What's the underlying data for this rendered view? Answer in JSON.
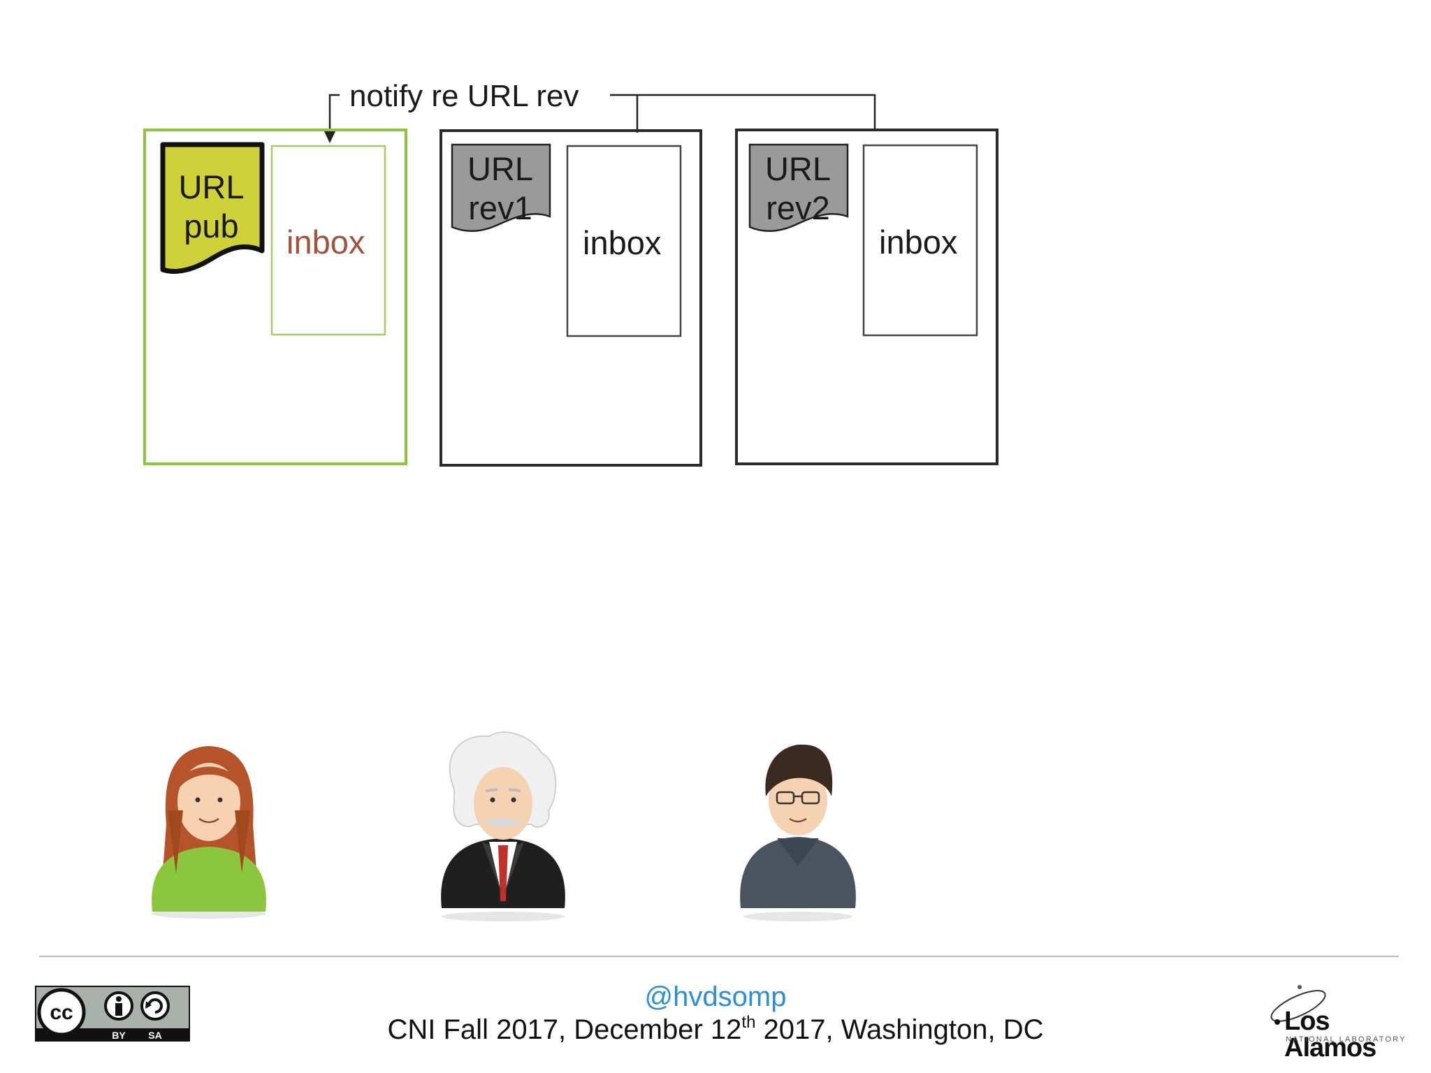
{
  "diagram": {
    "arrow_label": "notify re URL rev",
    "boxes": [
      {
        "doc_line1": "URL",
        "doc_line2": "pub",
        "inbox": "inbox"
      },
      {
        "doc_line1": "URL",
        "doc_line2": "rev1",
        "inbox": "inbox"
      },
      {
        "doc_line1": "URL",
        "doc_line2": "rev2",
        "inbox": "inbox"
      }
    ]
  },
  "people": [
    {
      "name": "woman-avatar"
    },
    {
      "name": "einstein-avatar"
    },
    {
      "name": "man-avatar"
    }
  ],
  "footer": {
    "handle": "@hvdsomp",
    "credit_prefix": "CNI Fall 2017, December 12",
    "credit_sup": "th",
    "credit_suffix": " 2017, Washington, DC",
    "license_by": "BY",
    "license_sa": "SA",
    "license_cc": "cc",
    "org_name": "Los Alamos",
    "org_sub": "NATIONAL LABORATORY"
  },
  "colors": {
    "pub_box": "#8cc63f",
    "pub_doc": "#cfd13a",
    "rev_doc": "#9a9a9a",
    "inbox_pub_text": "#a0523a",
    "handle": "#2a8fd6"
  }
}
